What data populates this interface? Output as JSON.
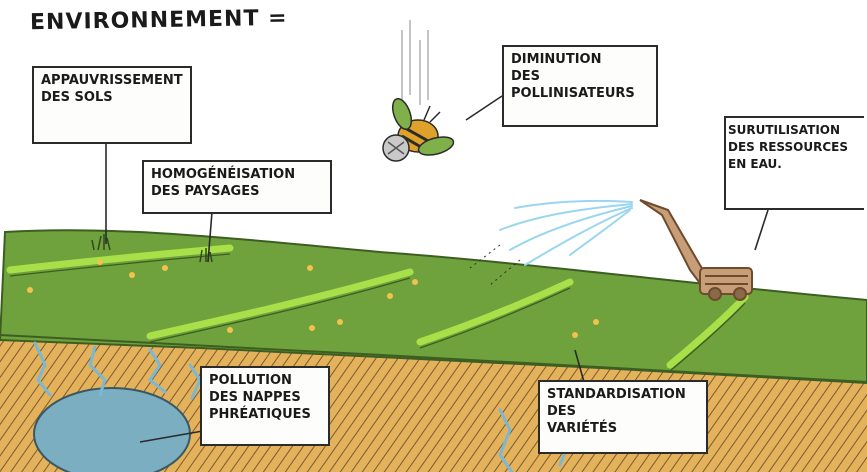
{
  "title": "ENVIRONNEMENT =",
  "labels": {
    "soils": [
      "APPAUVRISSEMENT",
      "DES SOLS"
    ],
    "landscapes": [
      "HOMOGÉNÉISATION",
      "DES PAYSAGES"
    ],
    "pollinators": [
      "DIMINUTION",
      "DES",
      "POLLINISATEURS"
    ],
    "water": [
      "SURUTILISATION",
      "DES RESSOURCES",
      "EN EAU."
    ],
    "groundwater": [
      "POLLUTION",
      "DES NAPPES",
      "PHRÉATIQUES"
    ],
    "varieties": [
      "STANDARDISATION",
      "DES",
      "VARIÉTÉS"
    ]
  },
  "colors": {
    "field": "#6fa23c",
    "field_dark": "#5b8d2f",
    "crop_row": "#a9e04a",
    "soil": "#e3b25a",
    "soil_hatch": "#7a5a33",
    "water_table": "#7aaec0",
    "veins": "#7ab8d6",
    "sprinkler_spray": "#9ad6f0"
  },
  "icons": [
    "bee-icon",
    "sprinkler-icon",
    "grass-tuft-icon"
  ]
}
